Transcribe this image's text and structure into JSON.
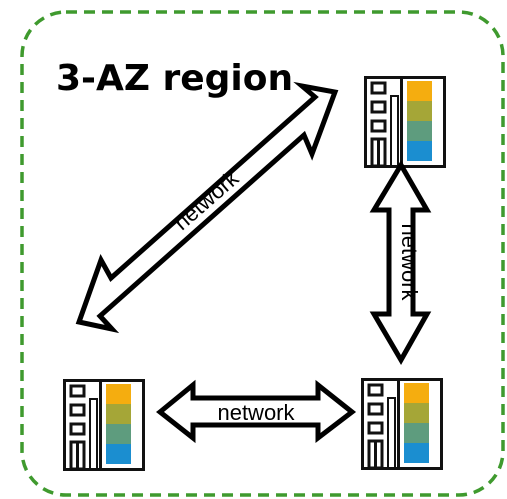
{
  "region": {
    "title": "3-AZ region",
    "border_color": "#3f9a2e"
  },
  "building": {
    "outline_color": "#111111",
    "stripe_colors": [
      "#f5ad0f",
      "#a5a637",
      "#5e9c7e",
      "#1b8ed0"
    ]
  },
  "links": [
    {
      "label": "network"
    },
    {
      "label": "network"
    },
    {
      "label": "network"
    }
  ]
}
